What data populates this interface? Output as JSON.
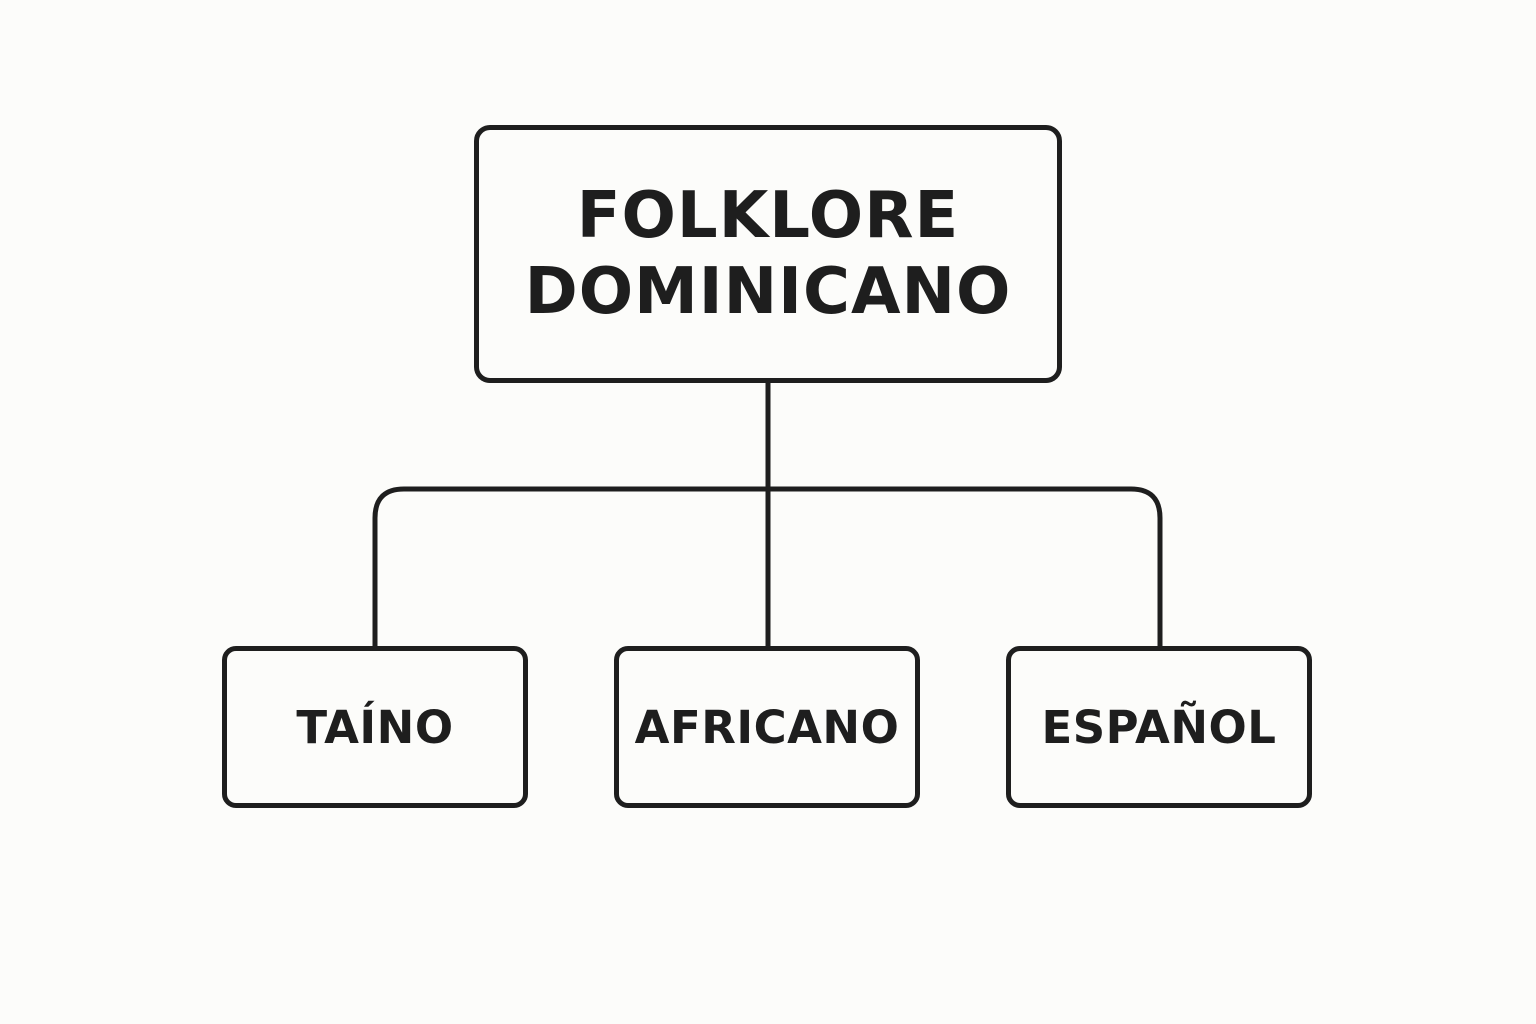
{
  "diagram": {
    "root": {
      "lines": [
        "FOLKLORE",
        "DOMINICANO"
      ]
    },
    "children": [
      {
        "label": "TAÍNO"
      },
      {
        "label": "AFRICANO"
      },
      {
        "label": "ESPAÑOL"
      }
    ],
    "colors": {
      "stroke": "#1e1e1e",
      "text": "#1e1e1e",
      "background": "#fcfcfa"
    }
  }
}
